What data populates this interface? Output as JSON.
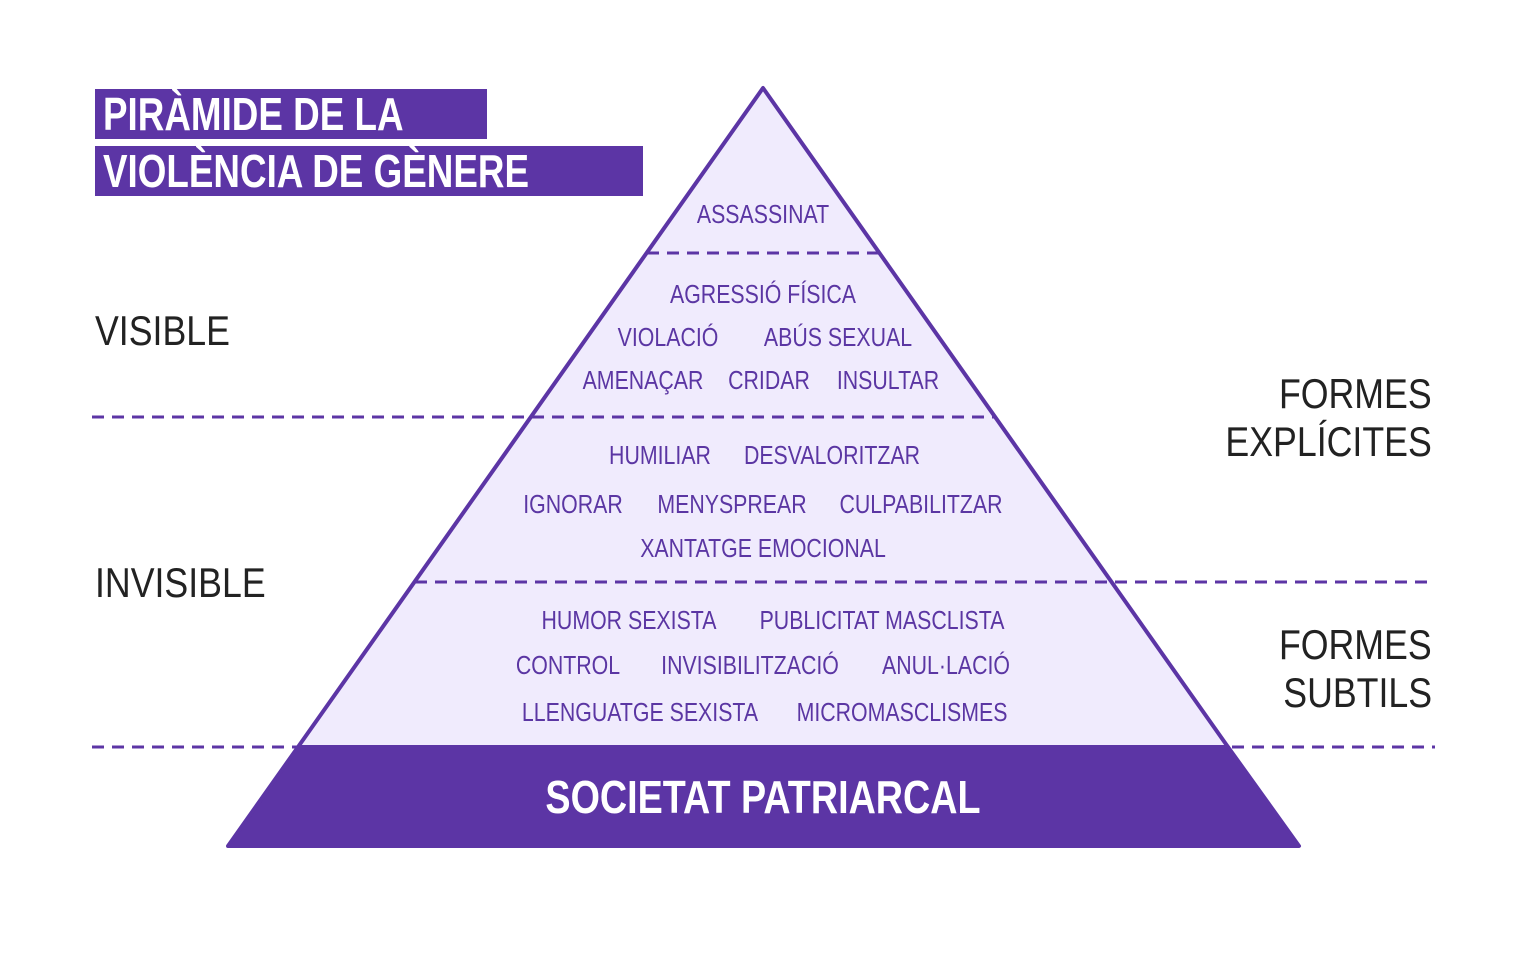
{
  "title": {
    "line1": "PIRÀMIDE DE LA",
    "line2": "VIOLÈNCIA DE GÈNERE"
  },
  "side_labels": {
    "visible": "VISIBLE",
    "invisible": "INVISIBLE",
    "explicit": [
      "FORMES",
      "EXPLÍCITES"
    ],
    "subtle": [
      "FORMES",
      "SUBTILS"
    ]
  },
  "levels": {
    "top": [
      "ASSASSINAT"
    ],
    "second": [
      "AGRESSIÓ FÍSICA",
      "VIOLACIÓ",
      "ABÚS SEXUAL",
      "AMENAÇAR",
      "CRIDAR",
      "INSULTAR"
    ],
    "third": [
      "HUMILIAR",
      "DESVALORITZAR",
      "IGNORAR",
      "MENYSPREAR",
      "CULPABILITZAR",
      "XANTATGE EMOCIONAL"
    ],
    "fourth": [
      "HUMOR SEXISTA",
      "PUBLICITAT MASCLISTA",
      "CONTROL",
      "INVISIBILITZACIÓ",
      "ANUL·LACIÓ",
      "LLENGUATGE SEXISTA",
      "MICROMASCLISMES"
    ],
    "base": "SOCIETAT PATRIARCAL"
  },
  "colors": {
    "purple": "#5c35a5",
    "fill": "#f0ebfd",
    "text": "#222222"
  }
}
